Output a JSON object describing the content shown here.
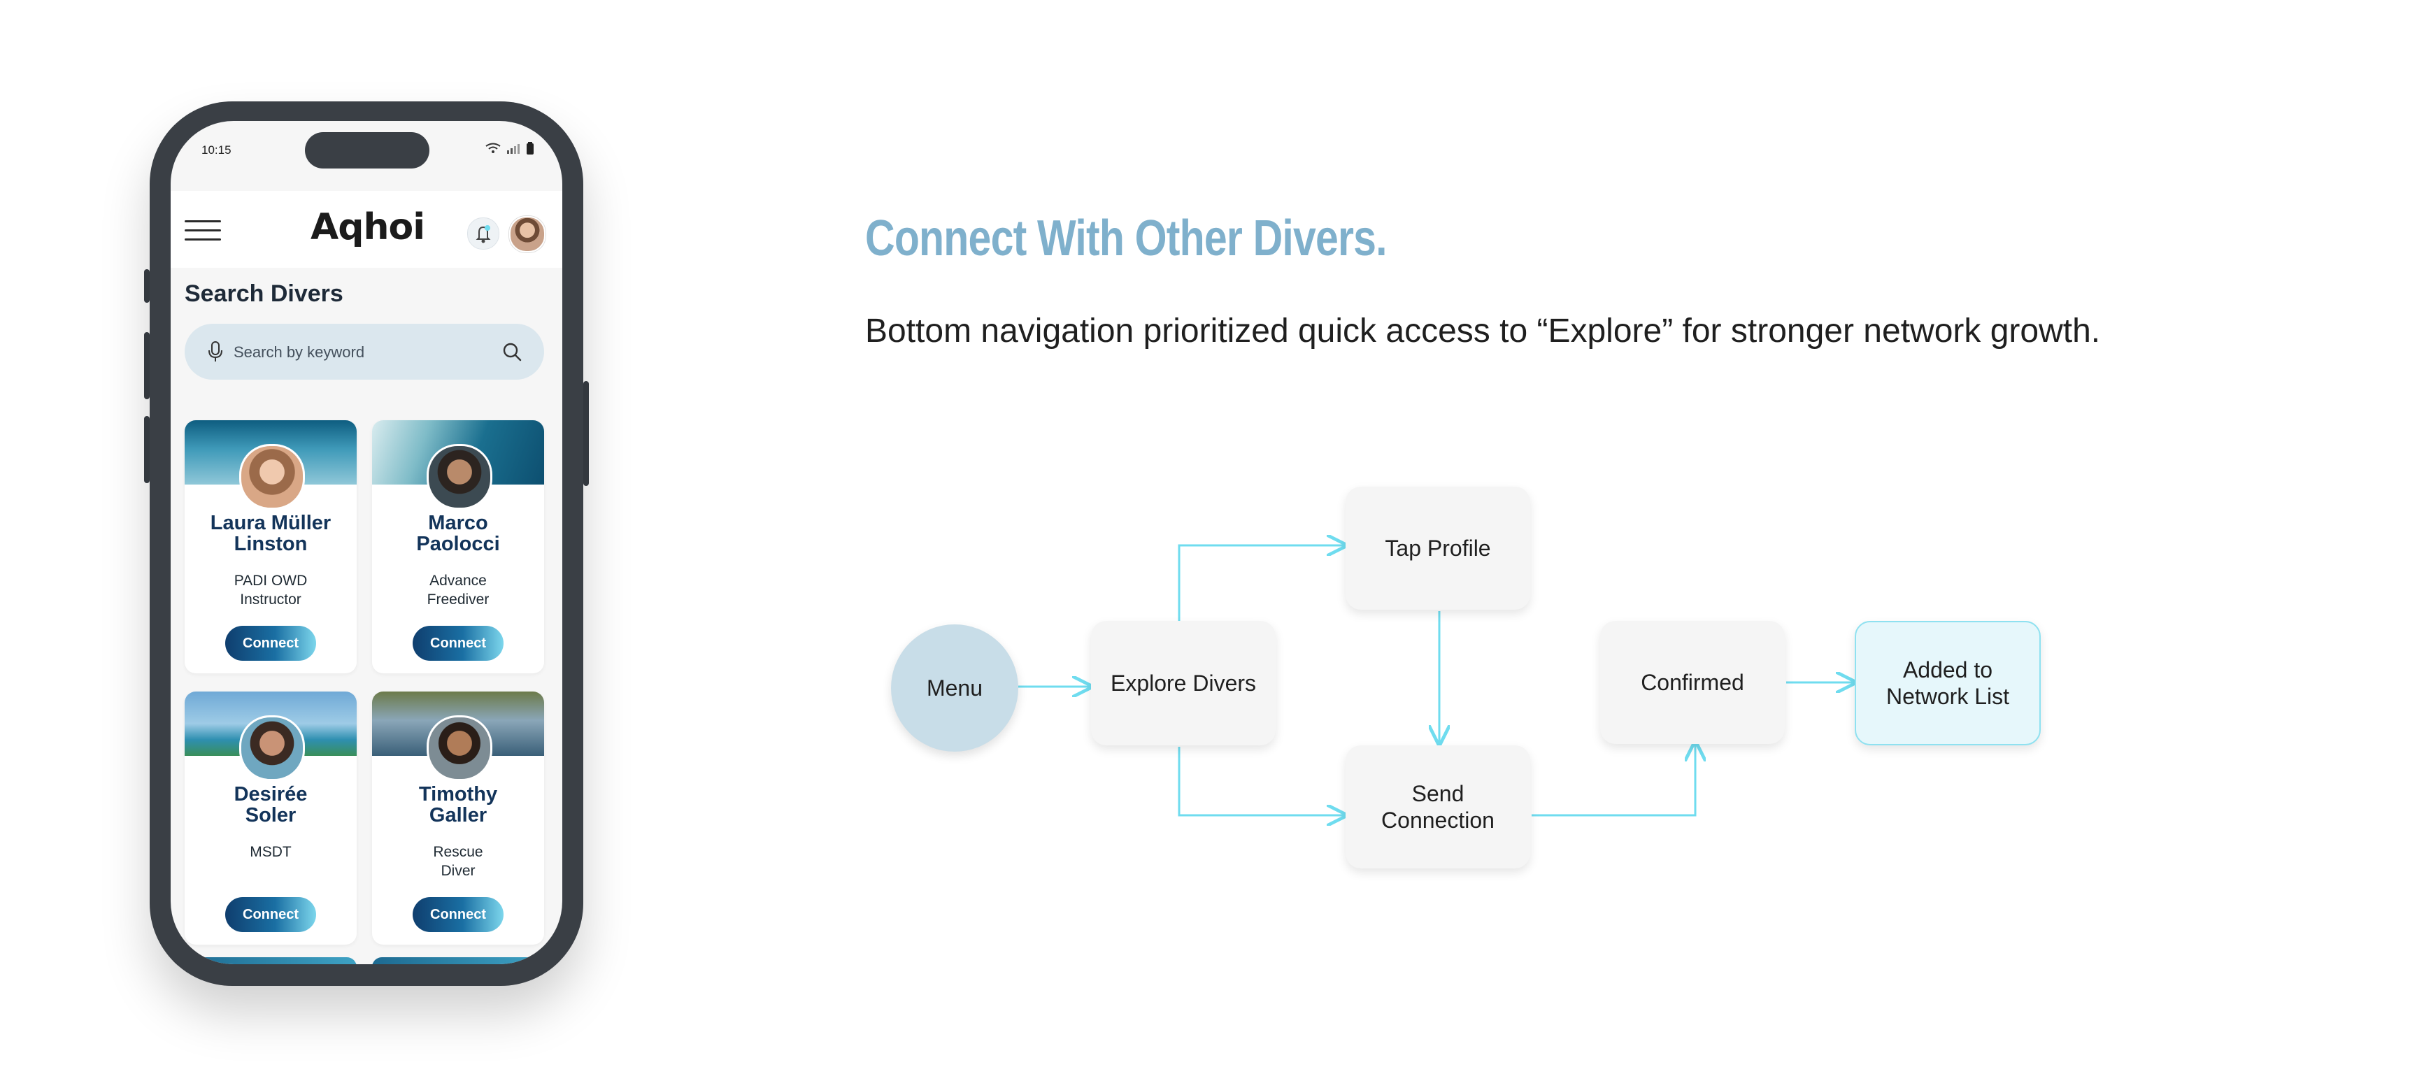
{
  "phone": {
    "status_time": "10:15",
    "logo": "Aqhoi",
    "section_title": "Search Divers",
    "search_placeholder": "Search by keyword",
    "cards": [
      {
        "name_line1": "Laura Müller",
        "name_line2": "Linston",
        "role_line1": "PADI OWD",
        "role_line2": "Instructor",
        "button": "Connect"
      },
      {
        "name_line1": "Marco",
        "name_line2": "Paolocci",
        "role_line1": "Advance",
        "role_line2": "Freediver",
        "button": "Connect"
      },
      {
        "name_line1": "Desirée",
        "name_line2": "Soler",
        "role_line1": "MSDT",
        "role_line2": "",
        "button": "Connect"
      },
      {
        "name_line1": "Timothy",
        "name_line2": "Galler",
        "role_line1": "Rescue",
        "role_line2": "Diver",
        "button": "Connect"
      }
    ]
  },
  "headline": "Connect With Other Divers.",
  "subline": "Bottom navigation prioritized quick access to “Explore” for stronger network growth.",
  "flow": {
    "menu": "Menu",
    "explore": "Explore Divers",
    "tap_profile": "Tap Profile",
    "send_line1": "Send",
    "send_line2": "Connection",
    "confirmed": "Confirmed",
    "added_line1": "Added to",
    "added_line2": "Network List"
  },
  "colors": {
    "headline": "#7fb0cc",
    "arrow": "#6fdcef",
    "button_start": "#0f3e6e",
    "button_end": "#7cd6ec"
  },
  "icons": [
    "hamburger-icon",
    "bell-icon",
    "mic-icon",
    "search-icon",
    "wifi-icon",
    "signal-icon",
    "battery-icon"
  ]
}
